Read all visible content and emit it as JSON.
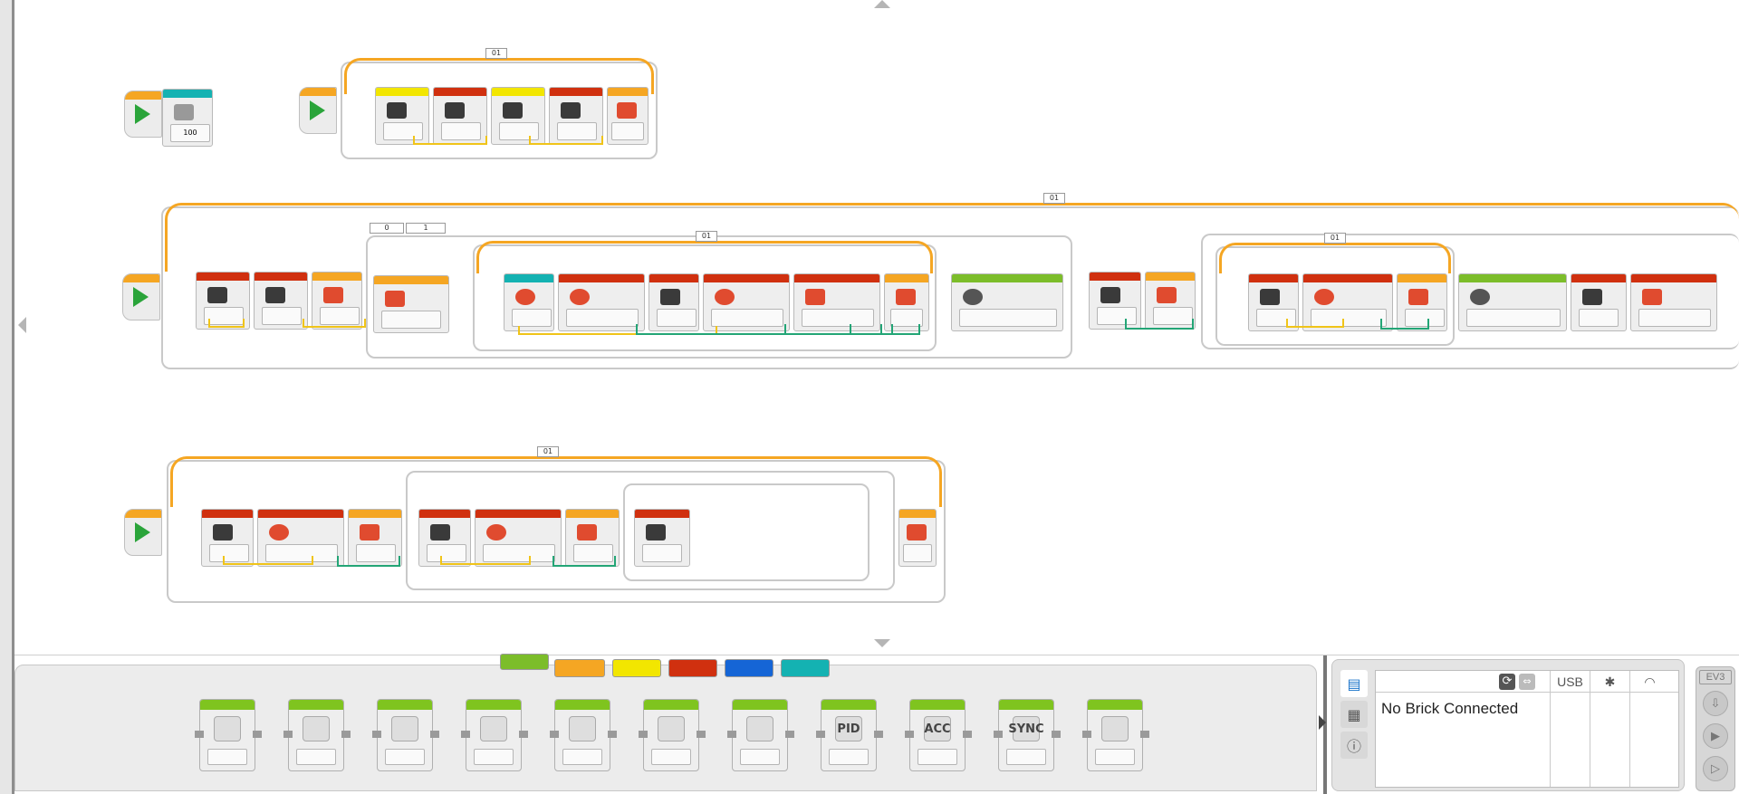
{
  "palette": {
    "tabs": [
      {
        "name": "action",
        "color": "#7cbd2a"
      },
      {
        "name": "flow",
        "color": "#f5a623"
      },
      {
        "name": "sensor",
        "color": "#f2e600"
      },
      {
        "name": "data",
        "color": "#d0300f"
      },
      {
        "name": "advanced",
        "color": "#1565d6"
      },
      {
        "name": "myblocks",
        "color": "#14b2b2"
      }
    ],
    "blocks": [
      {
        "name": "medium-motor",
        "label": ""
      },
      {
        "name": "large-motor",
        "label": ""
      },
      {
        "name": "move-steering",
        "label": ""
      },
      {
        "name": "move-tank",
        "label": ""
      },
      {
        "name": "display",
        "label": ""
      },
      {
        "name": "sound",
        "label": ""
      },
      {
        "name": "brick-status-light",
        "label": ""
      },
      {
        "name": "pid",
        "label": "PID"
      },
      {
        "name": "acc",
        "label": "ACC"
      },
      {
        "name": "sync",
        "label": "SYNC"
      },
      {
        "name": "add-block",
        "label": ""
      }
    ]
  },
  "program": {
    "loop_labels": [
      "01",
      "01",
      "01",
      "01",
      "01"
    ],
    "wait_value": "100",
    "switch_values": [
      "0",
      "1"
    ]
  },
  "hardware": {
    "status": "No Brick Connected",
    "usb_label": "USB",
    "controller_label": "EV3"
  }
}
